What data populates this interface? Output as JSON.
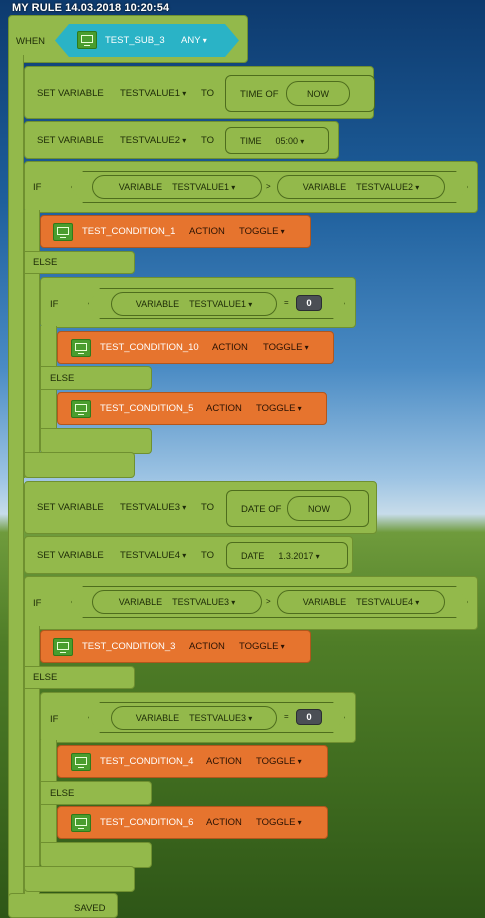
{
  "header": {
    "title": "MY RULE 14.03.2018 10:20:54"
  },
  "when": {
    "label": "WHEN",
    "subject": "TEST_SUB_3",
    "trigger": "ANY"
  },
  "set1": {
    "label": "SET VARIABLE",
    "var": "TESTVALUE1",
    "to": "TO",
    "value_label": "TIME OF",
    "value": "NOW"
  },
  "set2": {
    "label": "SET VARIABLE",
    "var": "TESTVALUE2",
    "to": "TO",
    "value_label": "TIME",
    "value": "05:00"
  },
  "if1": {
    "label": "IF",
    "left_label": "VARIABLE",
    "left_var": "TESTVALUE1",
    "op": ">",
    "right_label": "VARIABLE",
    "right_var": "TESTVALUE2",
    "then": {
      "name": "TEST_CONDITION_1",
      "action_label": "ACTION",
      "action": "TOGGLE"
    },
    "else_label": "ELSE",
    "nested": {
      "label": "IF",
      "left_label": "VARIABLE",
      "left_var": "TESTVALUE1",
      "op": "=",
      "value": "0",
      "then": {
        "name": "TEST_CONDITION_10",
        "action_label": "ACTION",
        "action": "TOGGLE"
      },
      "else_label": "ELSE",
      "else": {
        "name": "TEST_CONDITION_5",
        "action_label": "ACTION",
        "action": "TOGGLE"
      }
    }
  },
  "set3": {
    "label": "SET VARIABLE",
    "var": "TESTVALUE3",
    "to": "TO",
    "value_label": "DATE OF",
    "value": "NOW"
  },
  "set4": {
    "label": "SET VARIABLE",
    "var": "TESTVALUE4",
    "to": "TO",
    "value_label": "DATE",
    "value": "1.3.2017"
  },
  "if2": {
    "label": "IF",
    "left_label": "VARIABLE",
    "left_var": "TESTVALUE3",
    "op": ">",
    "right_label": "VARIABLE",
    "right_var": "TESTVALUE4",
    "then": {
      "name": "TEST_CONDITION_3",
      "action_label": "ACTION",
      "action": "TOGGLE"
    },
    "else_label": "ELSE",
    "nested": {
      "label": "IF",
      "left_label": "VARIABLE",
      "left_var": "TESTVALUE3",
      "op": "=",
      "value": "0",
      "then": {
        "name": "TEST_CONDITION_4",
        "action_label": "ACTION",
        "action": "TOGGLE"
      },
      "else_label": "ELSE",
      "else": {
        "name": "TEST_CONDITION_6",
        "action_label": "ACTION",
        "action": "TOGGLE"
      }
    }
  },
  "footer": {
    "status": "SAVED"
  },
  "icons": {
    "device": "http-monitor-icon",
    "dropdown": "chevron-down-icon"
  },
  "colors": {
    "block": "#93b94b",
    "when": "#2ab3c6",
    "action": "#e6742e",
    "number": "#4b4f55"
  }
}
